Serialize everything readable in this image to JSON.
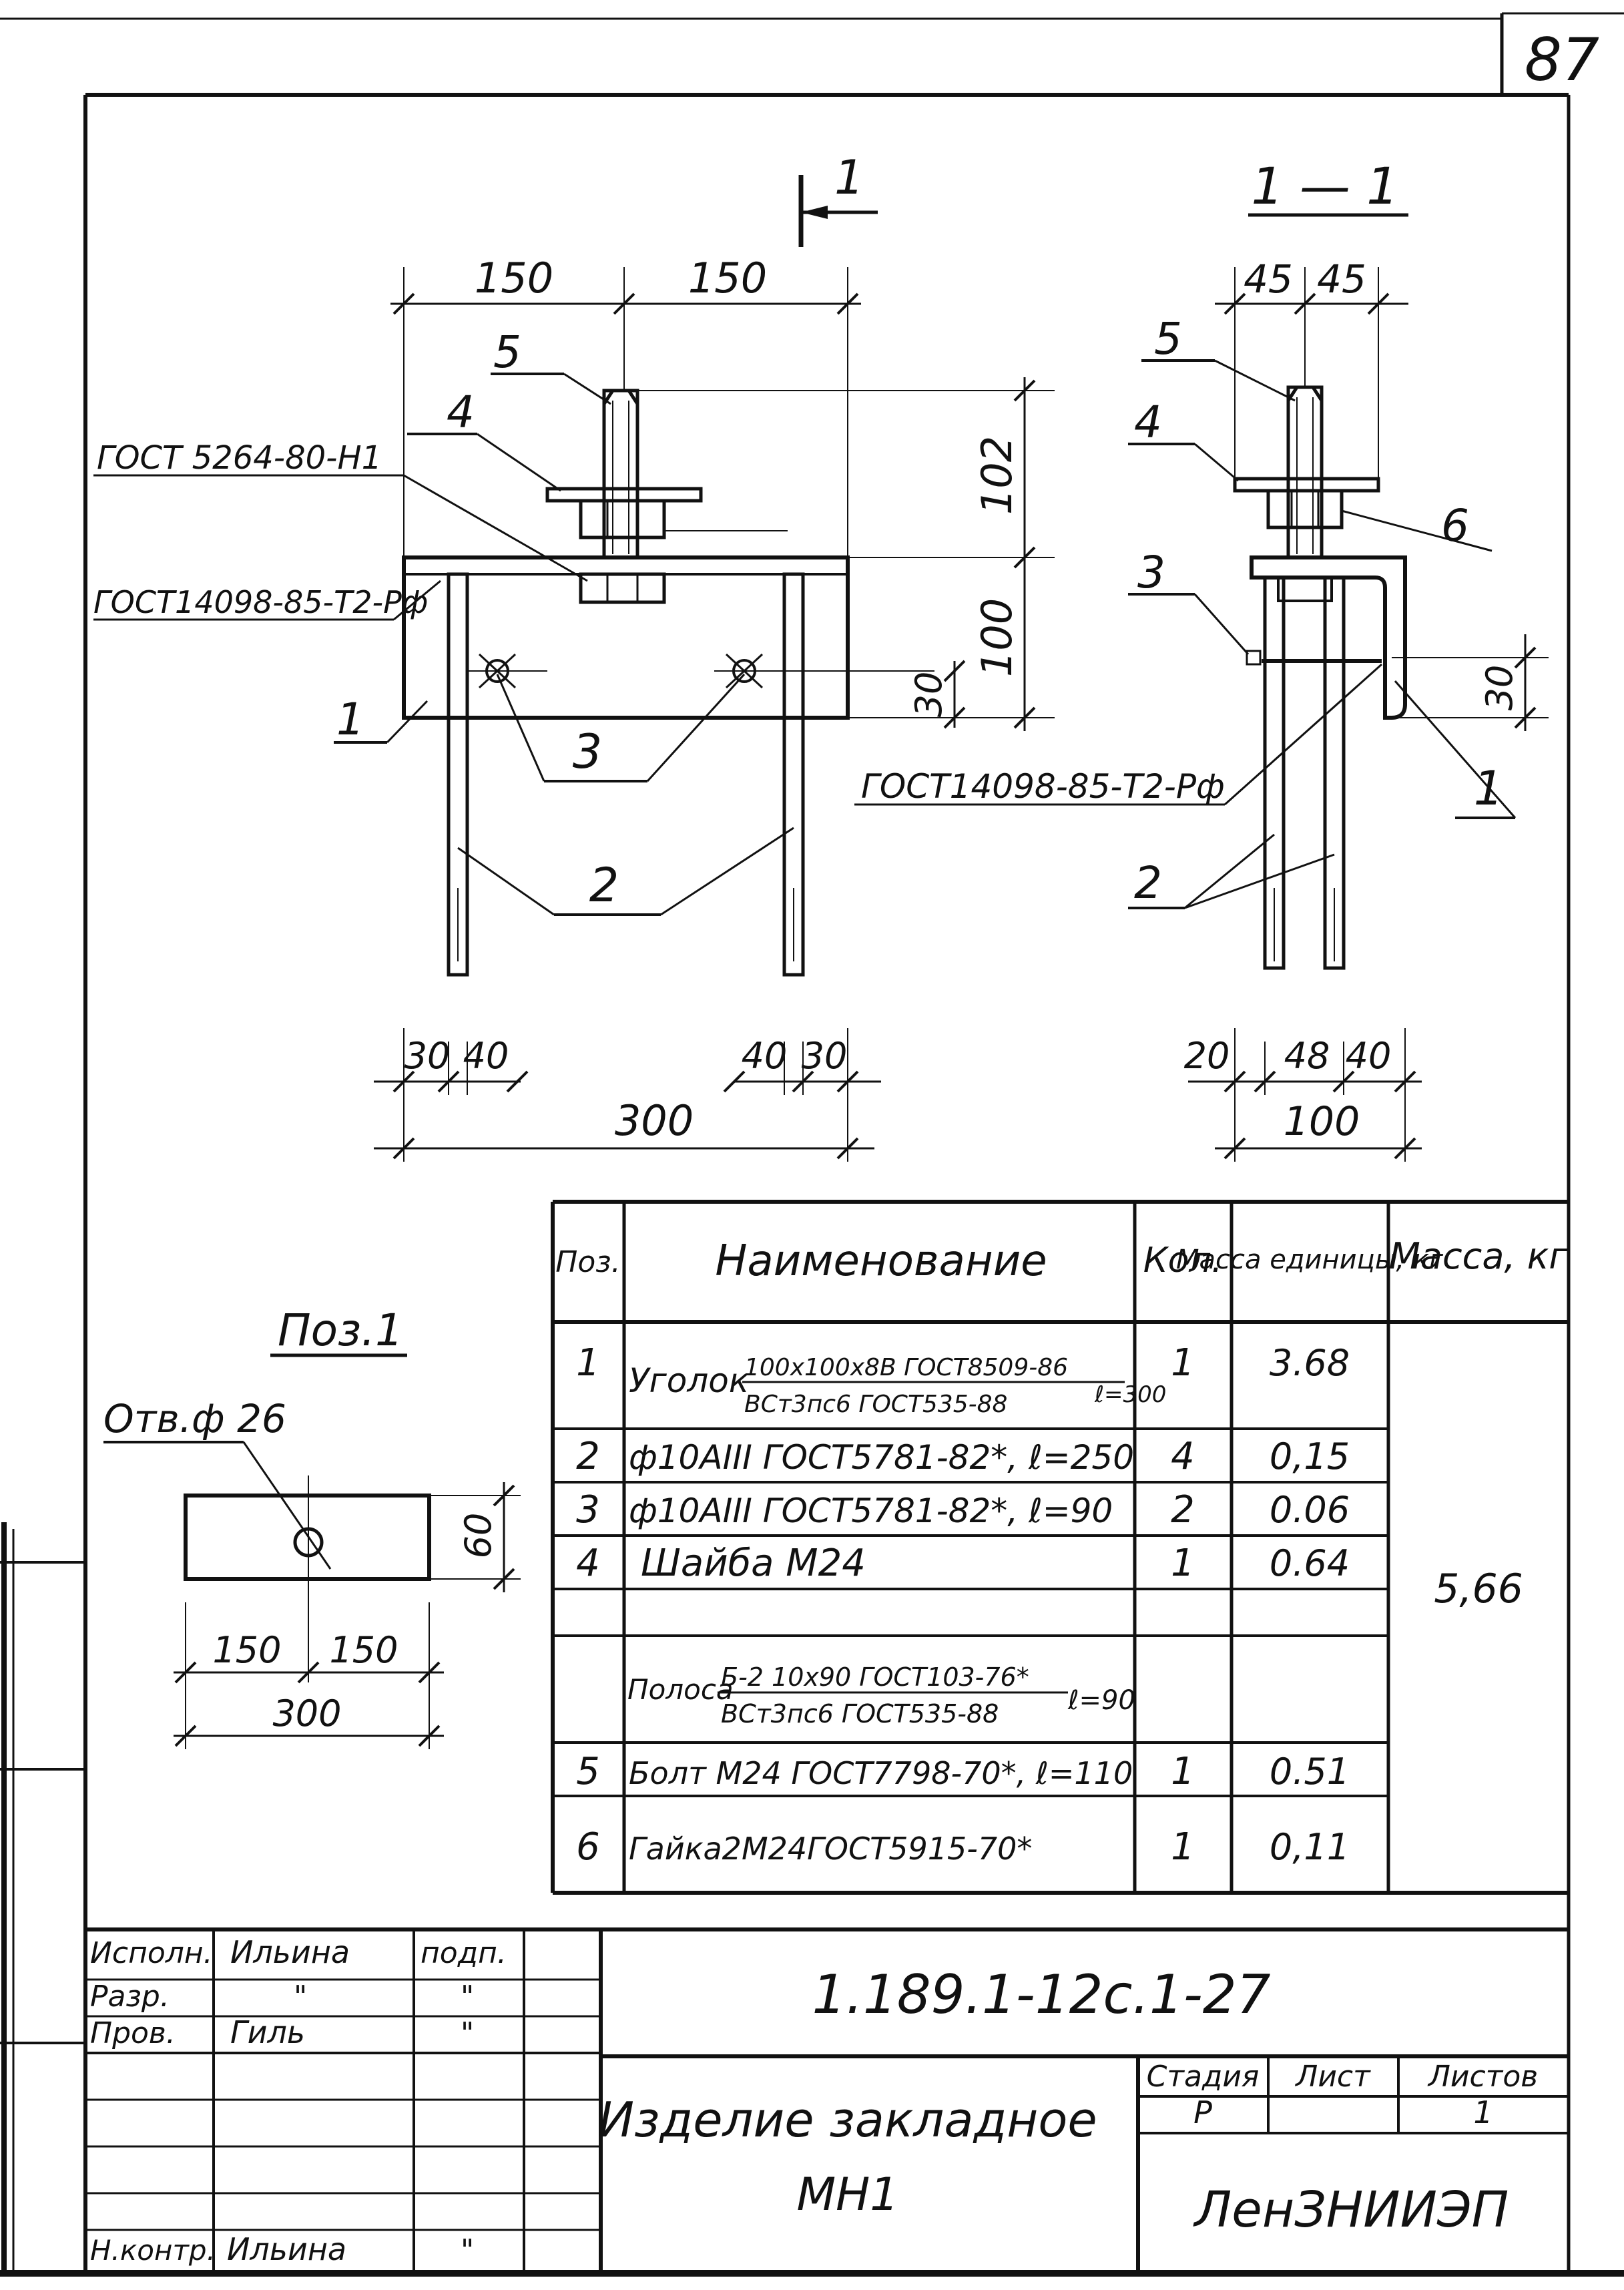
{
  "sheet": {
    "page_number": "87",
    "colors": {
      "ink": "#111111",
      "paper": "#ffffff"
    }
  },
  "front_view": {
    "section_mark": "1",
    "dims": {
      "left_half": "150",
      "right_half": "150",
      "bolt_height": "102",
      "angle_height": "100",
      "hole_offset": "30",
      "left_edge": "30",
      "left_gap": "40",
      "right_gap": "40",
      "right_edge": "30",
      "total": "300"
    },
    "callouts": {
      "p5": "5",
      "p4": "4",
      "p3": "3",
      "p2": "2",
      "p1": "1"
    },
    "standards": {
      "weld_top": "ГОСТ 5264-80-Н1",
      "weld_side": "ГОСТ14098-85-Т2-Рф"
    }
  },
  "side_view": {
    "title": "1 — 1",
    "dims": {
      "left": "45",
      "right": "45",
      "hole_offset": "30",
      "edge": "20",
      "gap_a": "48",
      "gap_b": "40",
      "total": "100"
    },
    "callouts": {
      "p5": "5",
      "p4": "4",
      "p6": "6",
      "p3": "3",
      "p1": "1",
      "p2": "2"
    },
    "standards": {
      "weld": "ГОСТ14098-85-Т2-Рф"
    }
  },
  "pos1_view": {
    "title": "Поз.1",
    "hole_label": "Отв.ф 26",
    "dims": {
      "height": "60",
      "left": "150",
      "right": "150",
      "total": "300"
    }
  },
  "spec_table": {
    "headers": {
      "pos": "Поз.",
      "name": "Наименование",
      "qty": "Кол.",
      "unit_mass": "Масса единицы, кг",
      "mass": "Масса, кг"
    },
    "rows": [
      {
        "pos": "1",
        "name_prefix": "Уголок",
        "name_top": "100х100х8В ГОСТ8509-86",
        "name_bottom": "ВСт3пс6 ГОСТ535-88",
        "suffix": "ℓ=300",
        "qty": "1",
        "unit_mass": "3.68"
      },
      {
        "pos": "2",
        "name": "ф10АIII ГОСТ5781-82*, ℓ=250",
        "qty": "4",
        "unit_mass": "0,15"
      },
      {
        "pos": "3",
        "name": "ф10АIII ГОСТ5781-82*, ℓ=90",
        "qty": "2",
        "unit_mass": "0.06"
      },
      {
        "pos": "4",
        "name": "Шайба М24",
        "qty": "1",
        "unit_mass": "0.64"
      },
      {
        "pos": "",
        "name_prefix": "Полоса",
        "name_top": "Б-2 10х90 ГОСТ103-76*",
        "name_bottom": "ВСт3пс6 ГОСТ535-88",
        "suffix": "ℓ=90",
        "qty": "",
        "unit_mass": ""
      },
      {
        "pos": "5",
        "name": "Болт М24 ГОСТ7798-70*, ℓ=110",
        "qty": "1",
        "unit_mass": "0.51"
      },
      {
        "pos": "6",
        "name": "Гайка2М24ГОСТ5915-70*",
        "qty": "1",
        "unit_mass": "0,11"
      }
    ],
    "total_mass": "5,66"
  },
  "title_block": {
    "signers": [
      {
        "role": "Исполн.",
        "name": "Ильина",
        "sign": "подп."
      },
      {
        "role": "Разр.",
        "name": "\"",
        "sign": "\""
      },
      {
        "role": "Пров.",
        "name": "Гиль",
        "sign": "\""
      },
      {
        "role": "Н.контр.",
        "name": "Ильина",
        "sign": "\""
      }
    ],
    "doc_code": "1.189.1-12с.1-27",
    "item_title": "Изделие закладное",
    "item_code": "МН1",
    "stage_header": "Стадия",
    "sheet_header": "Лист",
    "sheets_header": "Листов",
    "stage": "Р",
    "sheet": "",
    "sheets": "1",
    "organization": "ЛенЗНИИЭП"
  }
}
